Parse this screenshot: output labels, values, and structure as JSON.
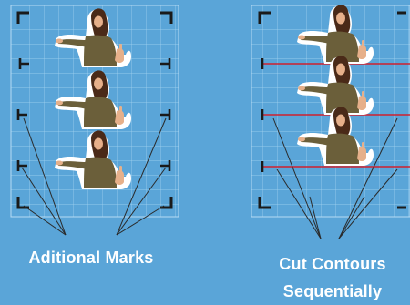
{
  "captions": {
    "left": "Aditional Marks",
    "right_line1": "Cut Contours",
    "right_line2": "Sequentially"
  },
  "colors": {
    "background": "#5aa5d8",
    "grid": "#9dd0f0",
    "mark": "#1a1a1a",
    "cut_line": "#d0202e",
    "callout_line": "#2a2a2a",
    "caption_text": "#ffffff"
  },
  "figure_icon": "woman-presenting-thumbs-up-icon"
}
